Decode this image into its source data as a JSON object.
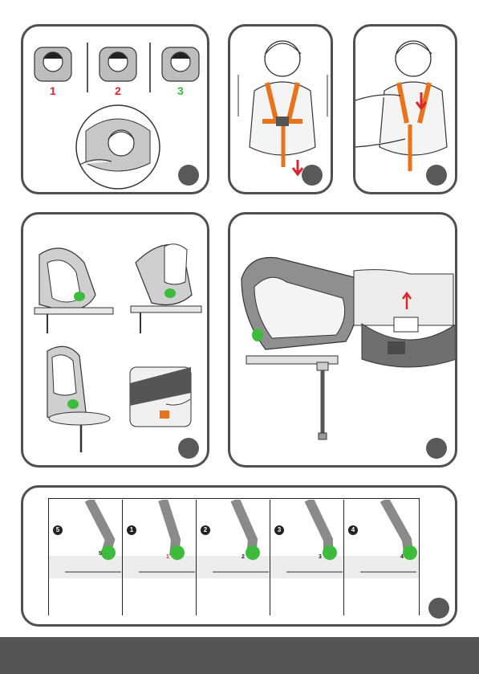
{
  "colors": {
    "border": "#4f4f4f",
    "badge": "#595959",
    "harness": "#e8731c",
    "green": "#3dbb3a",
    "red": "#d9262b",
    "footer": "#555555"
  },
  "panel1": {
    "headrest_positions": [
      {
        "label": "1",
        "color": "#d9262b"
      },
      {
        "label": "2",
        "color": "#d9262b"
      },
      {
        "label": "3",
        "color": "#3dbb3a"
      }
    ]
  },
  "strip": {
    "steps": [
      {
        "label": "5",
        "marker": "5"
      },
      {
        "label": "1",
        "marker": "1"
      },
      {
        "label": "2",
        "marker": "2"
      },
      {
        "label": "3",
        "marker": "3"
      },
      {
        "label": "4",
        "marker": "4"
      }
    ]
  }
}
